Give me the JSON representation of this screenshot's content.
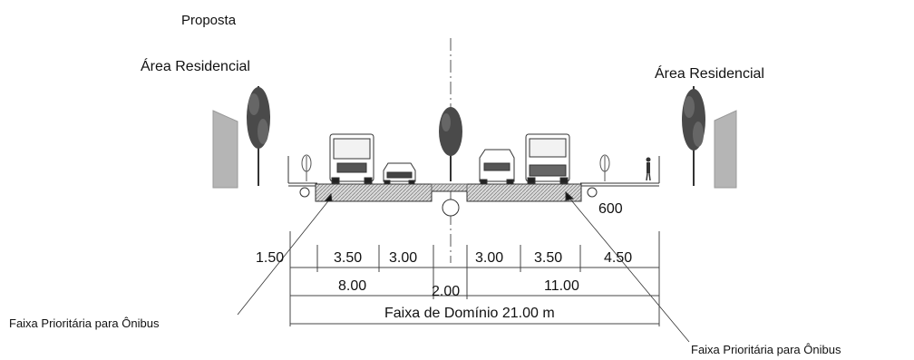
{
  "title": "Proposta",
  "area_left": "Área Residencial",
  "area_right": "Área Residencial",
  "elevation": "600",
  "widths_top": [
    "1.50",
    "3.50",
    "3.00",
    "3.00",
    "3.50",
    "4.50"
  ],
  "widths_mid": [
    "8.00",
    "2.00",
    "11.00"
  ],
  "total_label": "Faixa de Domínio 21.00 m",
  "bus_lane_left": "Faixa Prioritária para Ônibus",
  "bus_lane_right": "Faixa Prioritária para Ônibus"
}
